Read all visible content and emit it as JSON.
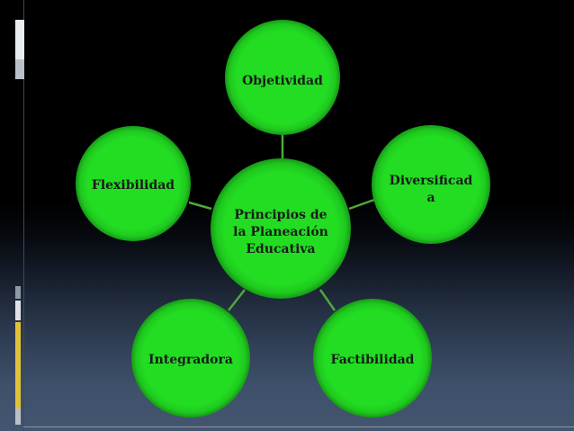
{
  "center": {
    "line1": "Principios de",
    "line2": "la Planeación",
    "line3": "Educativa"
  },
  "nodes": {
    "top": "Objetividad",
    "left": "Flexibilidad",
    "right_line1": "Diversificad",
    "right_line2": "a",
    "bottom_left": "Integradora",
    "bottom_right": "Factibilidad"
  },
  "colors": {
    "circle_fill": "#22dd22",
    "circle_edge": "#179a17",
    "connector": "#4fa83a",
    "label_text": "#1a1a1a"
  }
}
